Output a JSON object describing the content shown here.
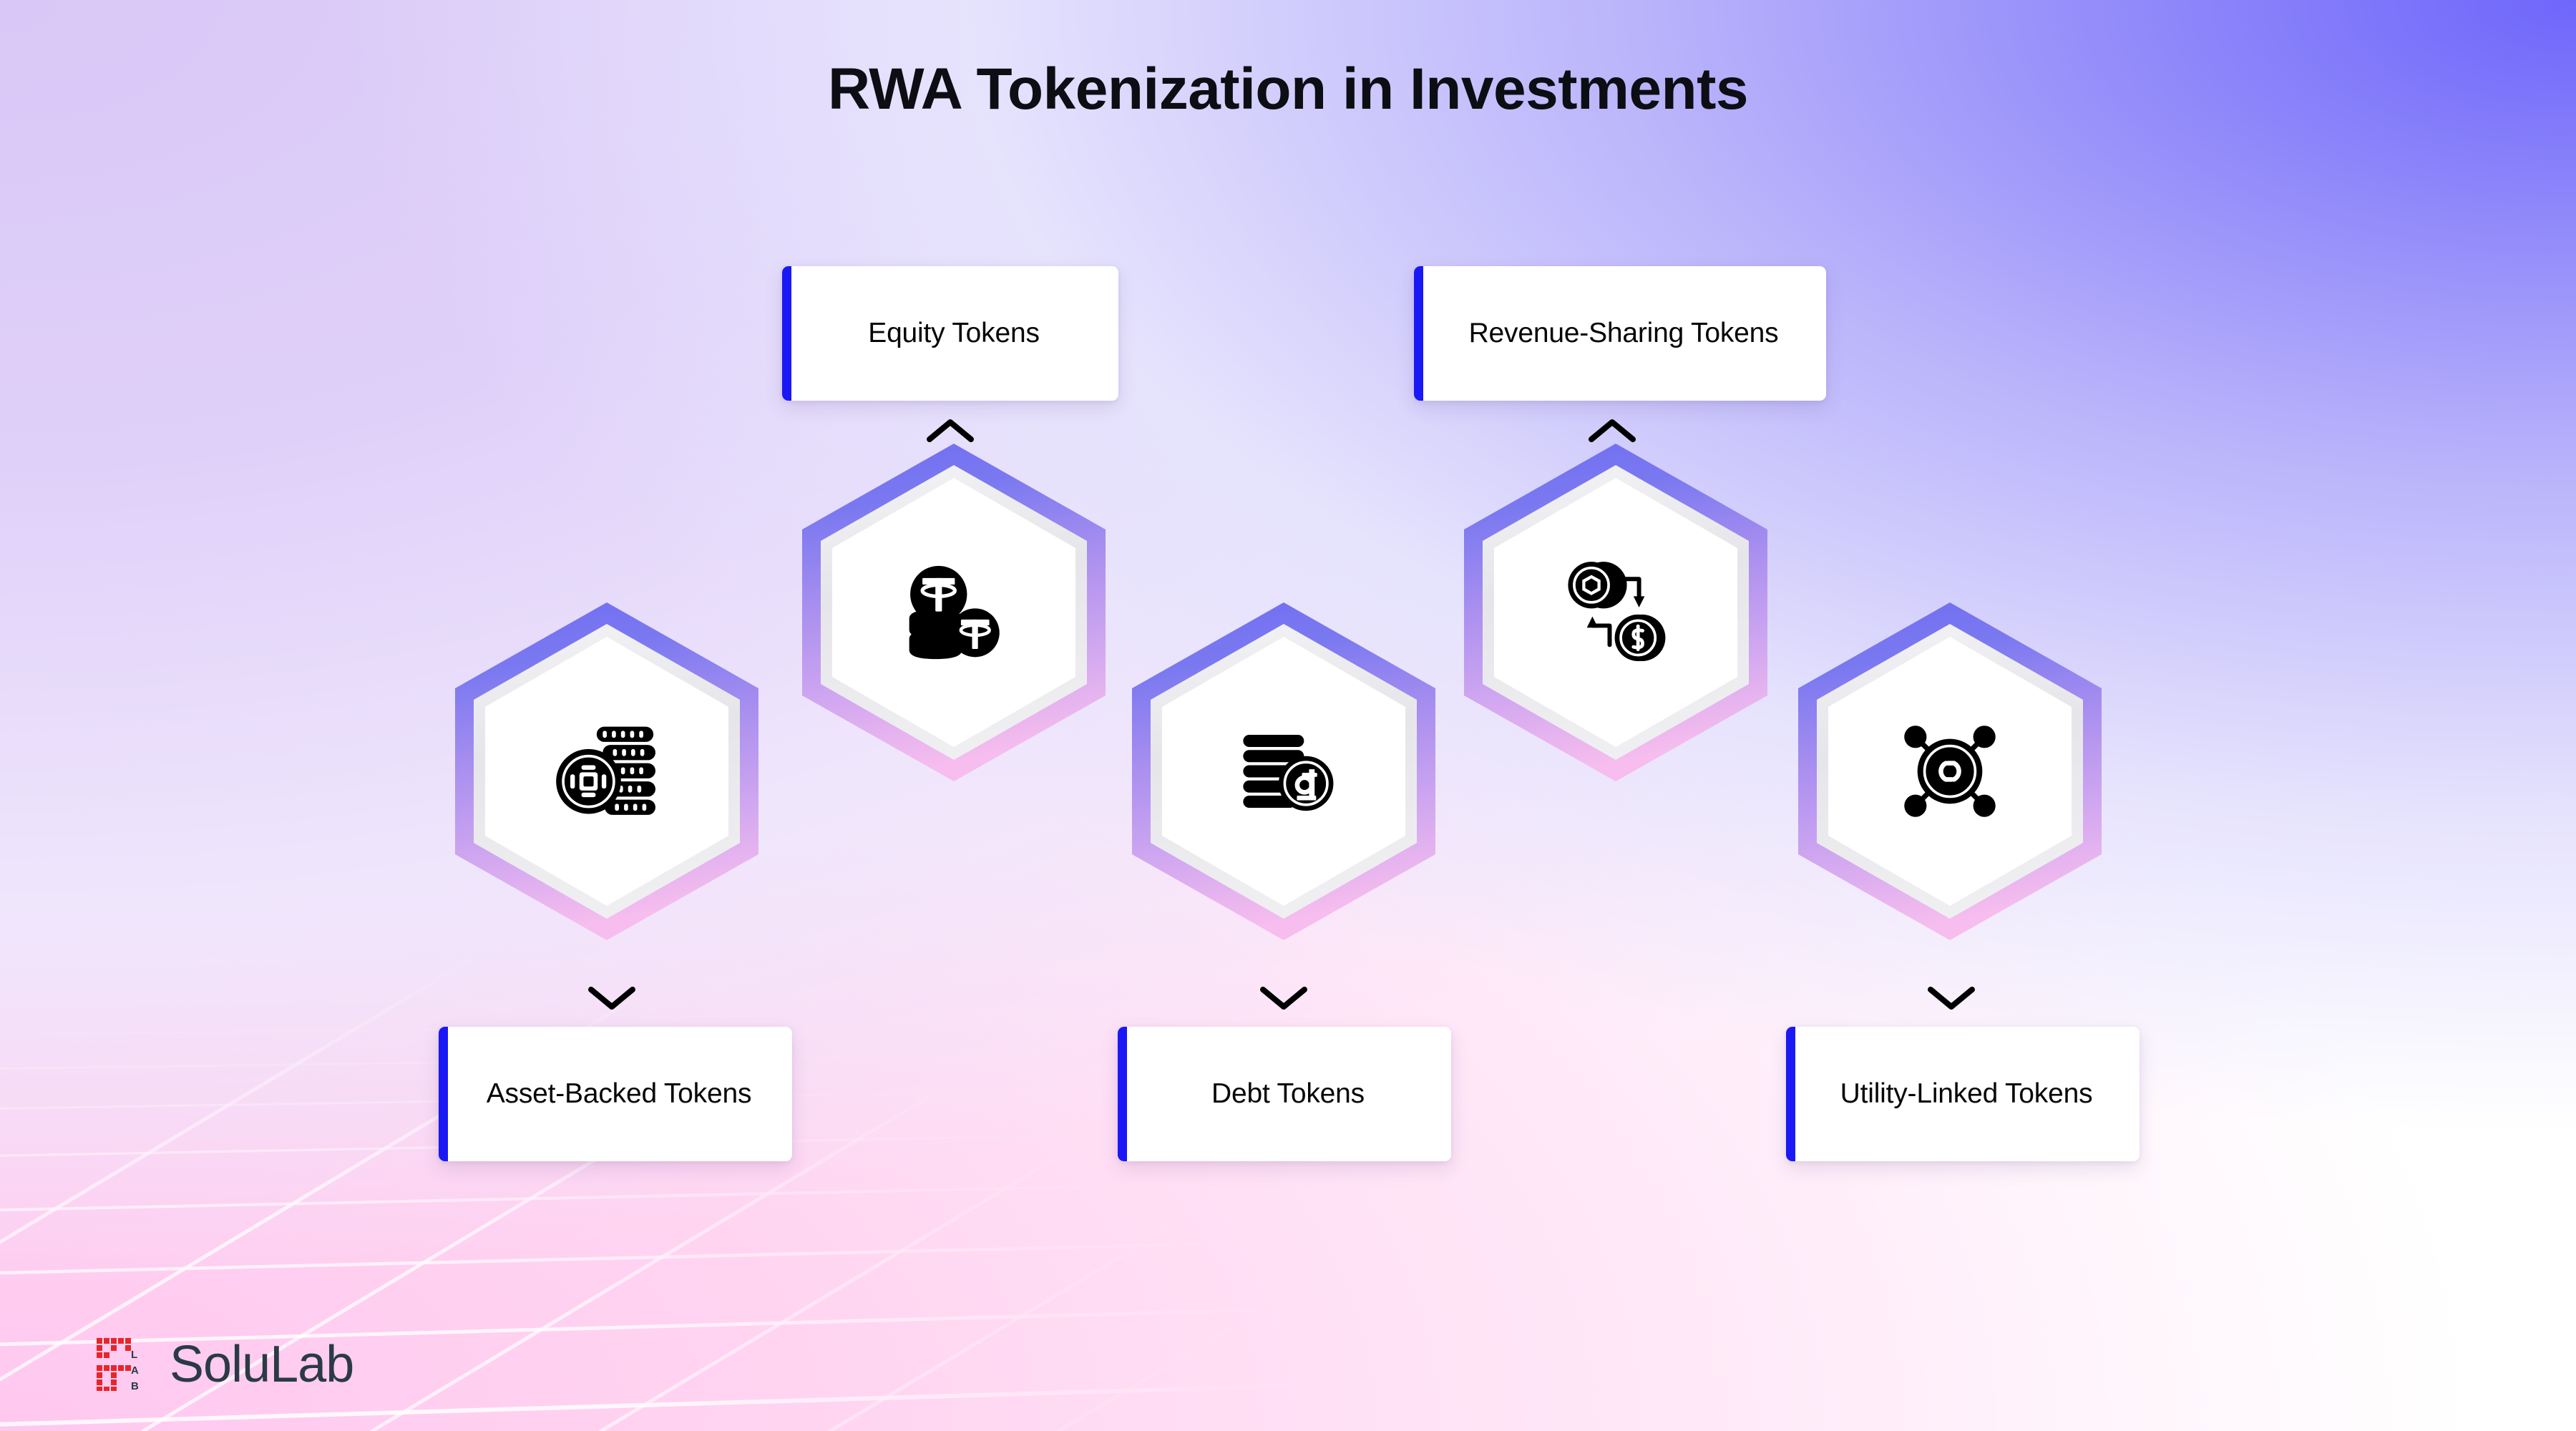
{
  "page": {
    "title": "RWA Tokenization in Investments",
    "background_colors": {
      "top_left": "#dcccf8",
      "top_right": "#6f66fb",
      "bottom_left": "#ffc8ef",
      "bottom_right": "#ffffff",
      "grid_line": "#ffffff"
    }
  },
  "accent_colors": {
    "card_bar": "#1a19f5",
    "hex_top": "#7b79f0",
    "hex_bottom": "#efb3ef",
    "hex_mid_ring": "#e9e9ec",
    "hex_inner": "#ffffff",
    "icon": "#000000",
    "title_text": "#0d0d14",
    "logo_mark": "#e8252a",
    "logo_word": "#2b3a47"
  },
  "nodes": [
    {
      "id": "asset-backed",
      "label": "Asset-Backed Tokens",
      "icon": "coin-stack-token-icon",
      "card_position": "below",
      "connector": "chevron-down-icon"
    },
    {
      "id": "equity",
      "label": "Equity Tokens",
      "icon": "tether-coin-stack-icon",
      "card_position": "above",
      "connector": "chevron-up-icon"
    },
    {
      "id": "debt",
      "label": "Debt Tokens",
      "icon": "coin-stack-dong-icon",
      "card_position": "below",
      "connector": "chevron-down-icon"
    },
    {
      "id": "revenue-sharing",
      "label": "Revenue-Sharing Tokens",
      "icon": "token-dollar-exchange-icon",
      "card_position": "above",
      "connector": "chevron-up-icon"
    },
    {
      "id": "utility-linked",
      "label": "Utility-Linked Tokens",
      "icon": "linked-network-coin-icon",
      "card_position": "below",
      "connector": "chevron-down-icon"
    }
  ],
  "logo": {
    "mark_letters": "LAB",
    "wordmark": "SoluLab"
  }
}
